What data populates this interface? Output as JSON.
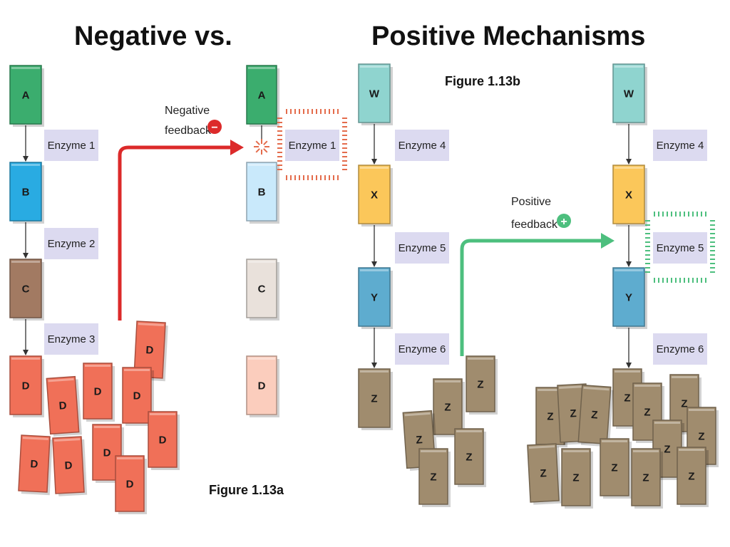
{
  "titles": {
    "negative": "Negative vs.",
    "positive": "Positive Mechanisms"
  },
  "figure_labels": {
    "a": "Figure 1.13a",
    "b": "Figure 1.13b"
  },
  "feedback_labels": {
    "negative": [
      "Negative",
      "feedback"
    ],
    "positive": [
      "Positive",
      "feedback"
    ],
    "negative_sign": "−",
    "positive_sign": "+"
  },
  "enzymes": {
    "e1": "Enzyme 1",
    "e2": "Enzyme 2",
    "e3": "Enzyme 3",
    "e4": "Enzyme 4",
    "e5": "Enzyme 5",
    "e6": "Enzyme 6"
  },
  "blocks": {
    "a": "A",
    "b": "B",
    "c": "C",
    "d": "D",
    "w": "W",
    "x": "X",
    "y": "Y",
    "z": "Z"
  },
  "colors": {
    "a": "#3bad6e",
    "b": "#29abe2",
    "c": "#a27a62",
    "d": "#f07058",
    "b_faded": "#c9e9fb",
    "c_faded": "#e9e1db",
    "d_faded": "#fbcdbd",
    "w": "#8fd4cf",
    "x": "#fbc75a",
    "y": "#5eaccf",
    "z": "#a08c6e",
    "enzyme_bg": "#dcdaf0",
    "negative_arrow": "#dc2a2a",
    "positive_arrow": "#4dbf7e",
    "inhibition_halo": "#e46c4c"
  }
}
